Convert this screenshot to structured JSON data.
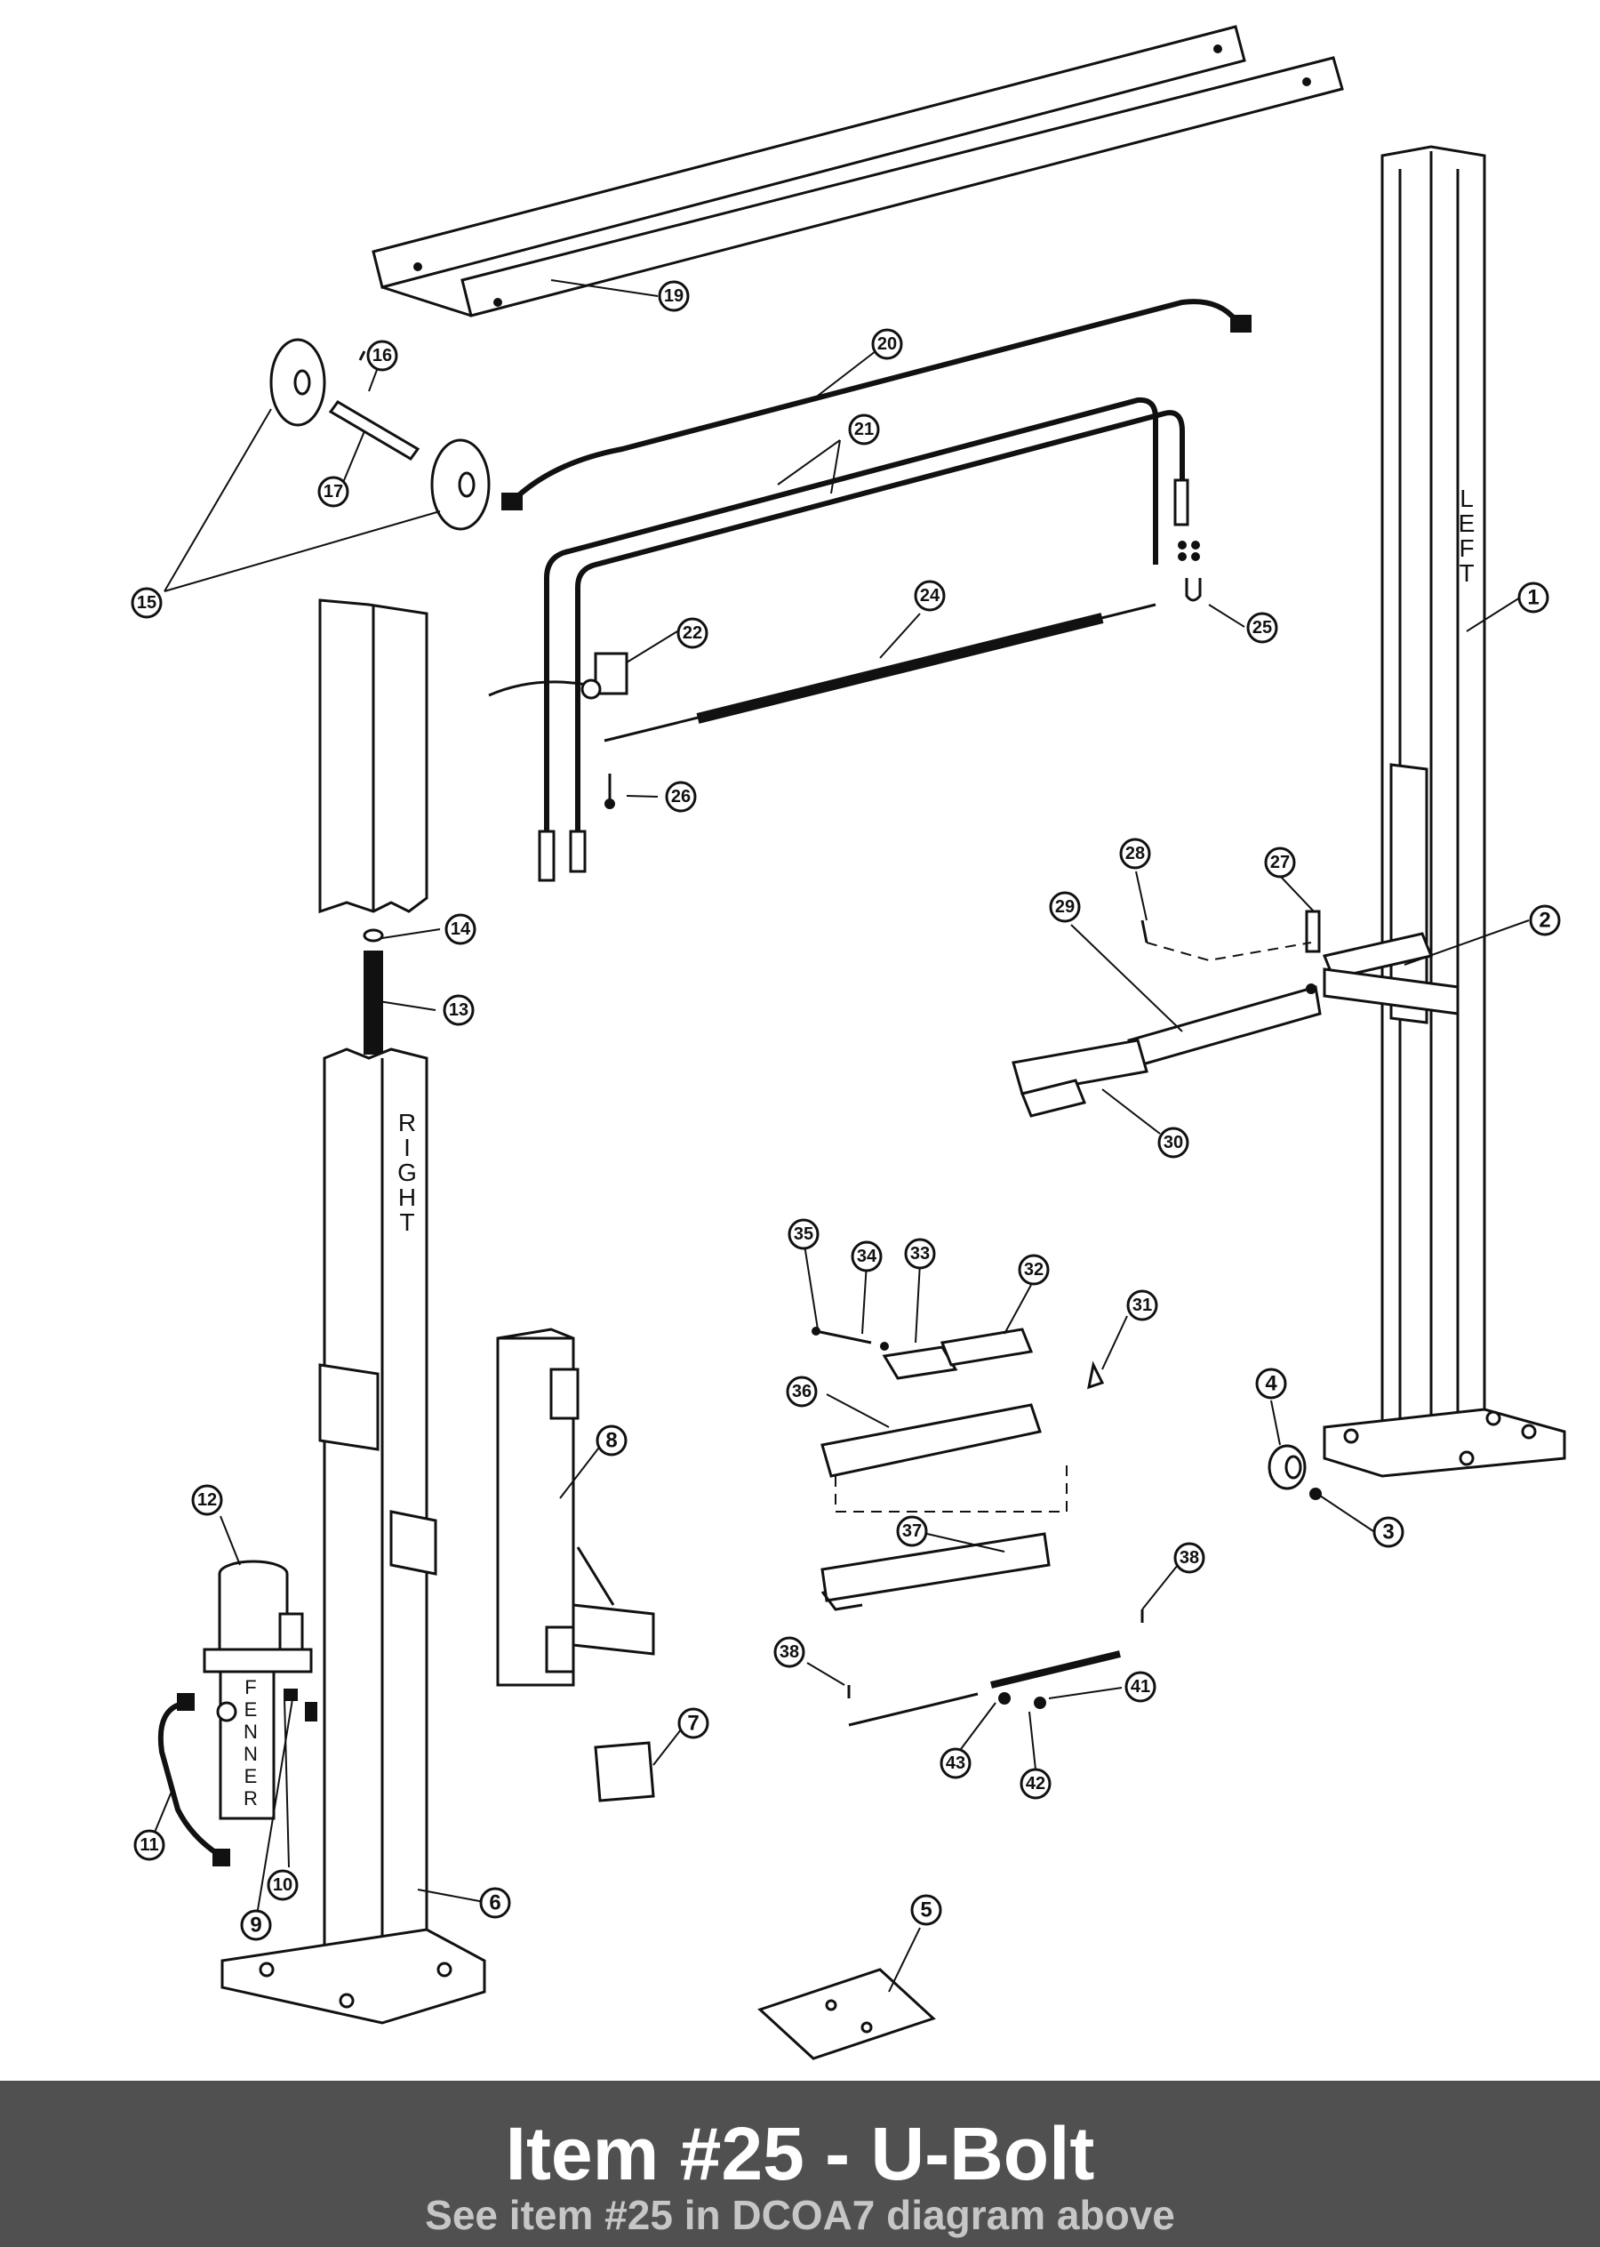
{
  "diagram": {
    "post_labels": {
      "left": [
        "L",
        "E",
        "F",
        "T"
      ],
      "right": [
        "R",
        "I",
        "G",
        "H",
        "T"
      ],
      "motor": [
        "F",
        "E",
        "N",
        "N",
        "E",
        "R"
      ]
    },
    "callouts": [
      "1",
      "2",
      "3",
      "4",
      "5",
      "6",
      "7",
      "8",
      "9",
      "10",
      "11",
      "12",
      "13",
      "14",
      "15",
      "16",
      "17",
      "19",
      "20",
      "21",
      "22",
      "24",
      "25",
      "26",
      "27",
      "28",
      "29",
      "30",
      "31",
      "32",
      "33",
      "34",
      "35",
      "36",
      "37",
      "38",
      "38",
      "41",
      "42",
      "43"
    ]
  },
  "footer": {
    "title": "Item #25 - U-Bolt",
    "subtitle": "See item #25 in DCOA7 diagram above"
  },
  "colors": {
    "banner": "#505050",
    "title": "#ffffff",
    "subtitle": "#c6c6c6",
    "line": "#111111"
  }
}
